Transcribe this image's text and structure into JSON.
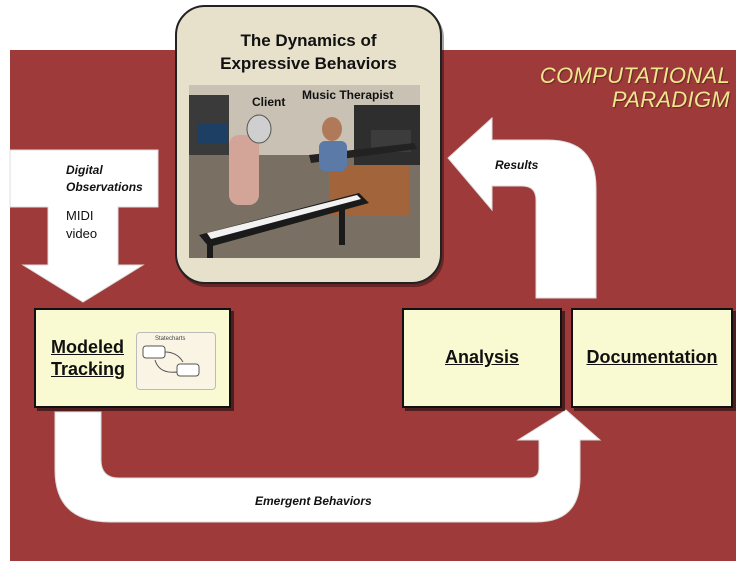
{
  "paradigm": {
    "line1": "COMPUTATIONAL",
    "line2": "PARADIGM"
  },
  "card": {
    "title_line1": "The Dynamics of",
    "title_line2": "Expressive Behaviors"
  },
  "photo": {
    "label_client": "Client",
    "label_therapist": "Music Therapist"
  },
  "inputs": {
    "heading_line1": "Digital",
    "heading_line2": "Observations",
    "item1": "MIDI",
    "item2": "video"
  },
  "results_label": "Results",
  "emergent_label": "Emergent Behaviors",
  "boxes": {
    "modeled_line1": "Modeled",
    "modeled_line2": "Tracking",
    "statecharts_label": "Statecharts",
    "analysis": "Analysis",
    "documentation": "Documentation"
  },
  "colors": {
    "background": "#9e3a3a",
    "box_fill": "#fafad2",
    "paradigm_text": "#f0e68c",
    "arrow_fill": "#ffffff"
  }
}
